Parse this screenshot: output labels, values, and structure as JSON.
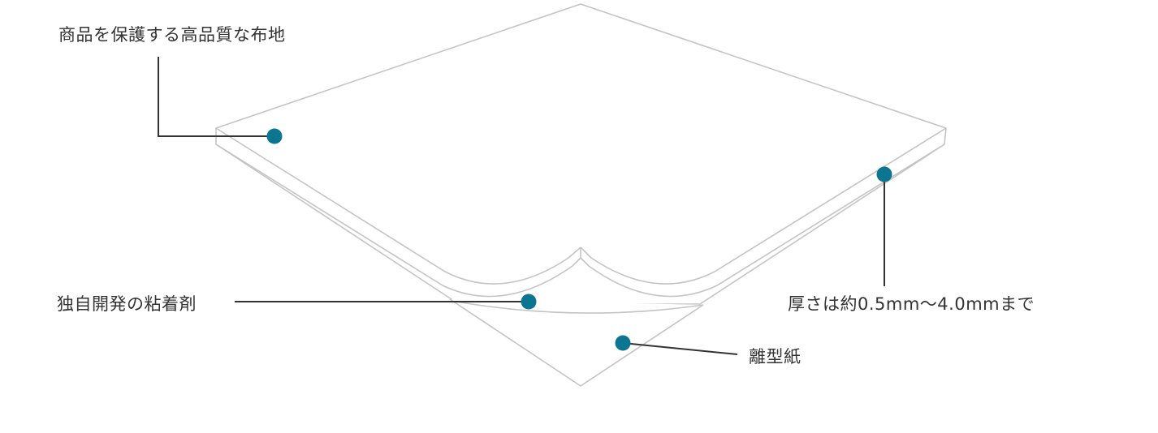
{
  "labels": {
    "fabric": "商品を保護する高品質な布地",
    "adhesive": "独自開発の粘着剤",
    "thickness": "厚さは約0.5mm～4.0mmまで",
    "release_paper": "離型紙"
  },
  "colors": {
    "outline": "#c4c4c4",
    "leader_line": "#333333",
    "marker": "#0a7691",
    "label_text": "#333333"
  }
}
